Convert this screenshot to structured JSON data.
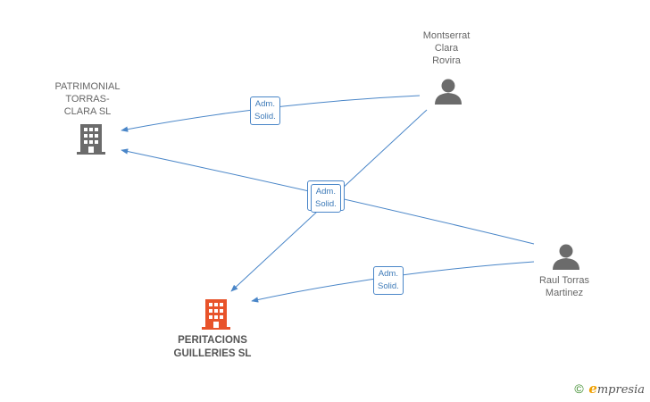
{
  "nodes": {
    "patrimonial": {
      "lines": [
        "PATRIMONIAL",
        "TORRAS-",
        "CLARA SL"
      ],
      "kind": "company",
      "color": "#6b6b6b"
    },
    "peritacions": {
      "lines": [
        "PERITACIONS",
        "GUILLERIES SL"
      ],
      "kind": "company",
      "color": "#e8532a"
    },
    "montserrat": {
      "lines": [
        "Montserrat",
        "Clara",
        "Rovira"
      ],
      "kind": "person",
      "color": "#6b6b6b"
    },
    "raul": {
      "lines": [
        "Raul Torras",
        "Martinez"
      ],
      "kind": "person",
      "color": "#6b6b6b"
    }
  },
  "edges": [
    {
      "label": [
        "Adm.",
        "Solid."
      ]
    },
    {
      "label": [
        "Adm.",
        "Solid."
      ]
    },
    {
      "label": [
        "Adm.",
        "Solid."
      ]
    }
  ],
  "colors": {
    "edge": "#4a86c8"
  },
  "watermark": {
    "symbol": "©",
    "brand_initial": "e",
    "brand_rest": "mpresia"
  }
}
